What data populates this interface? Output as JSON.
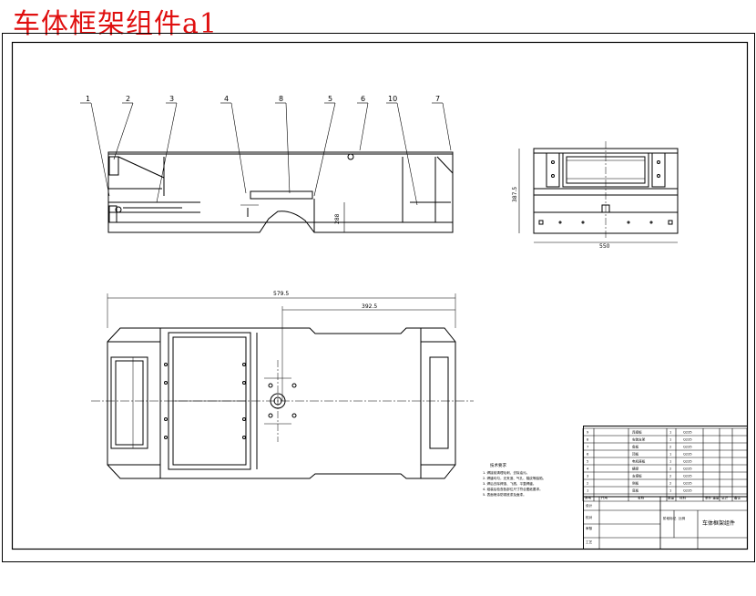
{
  "title": "车体框架组件a1",
  "balloons": [
    "1",
    "2",
    "3",
    "4",
    "8",
    "5",
    "6",
    "10",
    "7"
  ],
  "dimensions": {
    "side_height": "288",
    "end_height": "387.5",
    "end_width": "550",
    "plan_length": "579.5",
    "plan_offset": "392.5"
  },
  "notes": {
    "heading": "技术要求",
    "lines": [
      "1. 焊接前清理毛刺、去除油污。",
      "2. 焊缝均匀，无夹渣、气孔、裂纹等缺陷。",
      "3. 焊后去除焊渣、飞溅，平整焊缝。",
      "4. 组装后检查各部位尺寸符合图纸要求。",
      "5. 表面喷涂防锈底漆及面漆。"
    ]
  },
  "bom": {
    "rows": [
      {
        "no": "9",
        "name": "连接板",
        "qty": "1",
        "material": "Q235"
      },
      {
        "no": "8",
        "name": "安装支架",
        "qty": "1",
        "material": "Q235"
      },
      {
        "no": "7",
        "name": "角板",
        "qty": "2",
        "material": "Q235"
      },
      {
        "no": "6",
        "name": "顶板",
        "qty": "1",
        "material": "Q235"
      },
      {
        "no": "5",
        "name": "电机座板",
        "qty": "1",
        "material": "Q235"
      },
      {
        "no": "4",
        "name": "横梁",
        "qty": "2",
        "material": "Q235"
      },
      {
        "no": "3",
        "name": "支撑板",
        "qty": "2",
        "material": "Q235"
      },
      {
        "no": "2",
        "name": "侧板",
        "qty": "2",
        "material": "Q235"
      },
      {
        "no": "1",
        "name": "底板",
        "qty": "1",
        "material": "Q235"
      }
    ],
    "header": [
      "序号",
      "代号",
      "名称",
      "数量",
      "材料",
      "单件 重量",
      "总计",
      "备注"
    ],
    "left_labels": [
      "设计",
      "校对",
      "审核",
      "工艺",
      "标准化",
      "批准"
    ],
    "drawing_title": "车体框架组件",
    "stage_label": "阶段标记",
    "scale_label": "比例"
  }
}
